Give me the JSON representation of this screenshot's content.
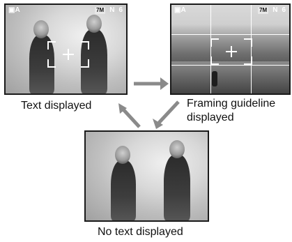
{
  "screens": {
    "text": {
      "caption": "Text displayed",
      "hud": {
        "mode": "▣A",
        "size": "7M",
        "quality": "N",
        "count": "6"
      }
    },
    "grid": {
      "caption_line1": "Framing guideline",
      "caption_line2": "displayed",
      "hud": {
        "mode": "▣A",
        "size": "7M",
        "quality": "N",
        "count": "6"
      }
    },
    "notext": {
      "caption": "No text displayed"
    }
  },
  "colors": {
    "arrow": "#8a8a8a",
    "overlay": "#ffffff",
    "frame": "#1a1a1a"
  }
}
